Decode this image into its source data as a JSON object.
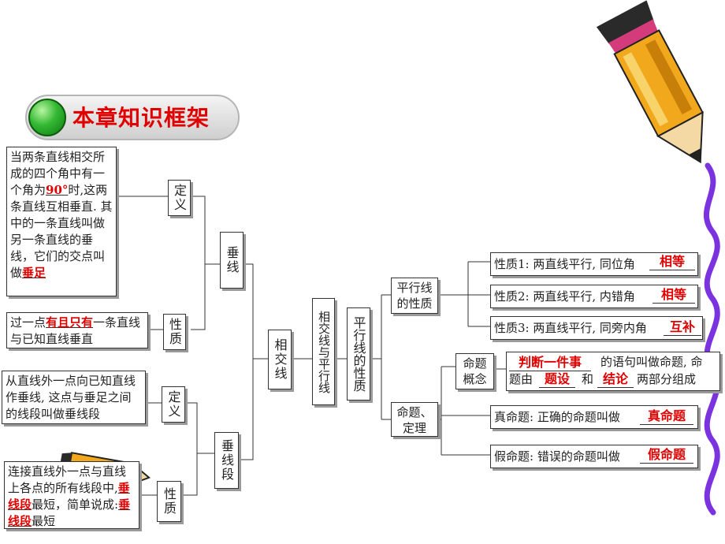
{
  "header": {
    "title": "本章知识框架"
  },
  "branch_left": {
    "vertical": {
      "label": "垂线",
      "definition": {
        "label": "定义",
        "text_before": "当两条直线相交所成的四个角中有一个角为",
        "answer": "90°",
        "text_after": "时,这两条直线互相垂直. 其中的一条直线叫做另一条直线的垂线，它们的交点叫做",
        "answer2": "垂足"
      },
      "property": {
        "label": "性质",
        "text_before": "过一点",
        "answer": "有且只有",
        "text_after": "一条直线与已知直线垂直"
      }
    },
    "segment": {
      "label": "垂线段",
      "definition": {
        "label": "定义",
        "text": "从直线外一点向已知直线作垂线, 这点与垂足之间的线段叫做垂线段"
      },
      "property": {
        "label": "性质",
        "text_before": "连接直线外一点与直线上各点的所有线段中,",
        "answer": "垂线段",
        "text_mid": "最短，简单说成:",
        "answer2": "垂线段",
        "text_after": "最短"
      }
    }
  },
  "center": {
    "intersect": "相交线",
    "root": "相交线与平行线",
    "parallel": "平行线的性质"
  },
  "branch_right": {
    "parallel_props": {
      "label": "平行线的性质",
      "items": [
        {
          "text": "性质1:  两直线平行, 同位角",
          "answer": "相等"
        },
        {
          "text": "性质2:  两直线平行, 内错角",
          "answer": "相等"
        },
        {
          "text": "性质3:  两直线平行, 同旁内角",
          "answer": "互补"
        }
      ]
    },
    "propositions": {
      "label": "命题、定理",
      "concept": {
        "label": "命题概念",
        "answer1": "判断一件事",
        "text1": "的语句叫做命题, 命",
        "text2": "题由",
        "answer2": "题设",
        "text3": "和",
        "answer3": "结论",
        "text4": "两部分组成"
      },
      "true_prop": {
        "text": "真命题: 正确的命题叫做",
        "answer": "真命题"
      },
      "false_prop": {
        "text": "假命题: 错误的命题叫做",
        "answer": "假命题"
      }
    }
  },
  "colors": {
    "answer": "#e00000",
    "banner_ball": "#2fae2f",
    "pencil_body": "#f2a81c",
    "squiggle": "#7b33e0"
  },
  "decor": {
    "pencil_top": "pencil-icon",
    "pencil_bottom": "pencil-icon",
    "squiggle": "squiggle-line"
  }
}
